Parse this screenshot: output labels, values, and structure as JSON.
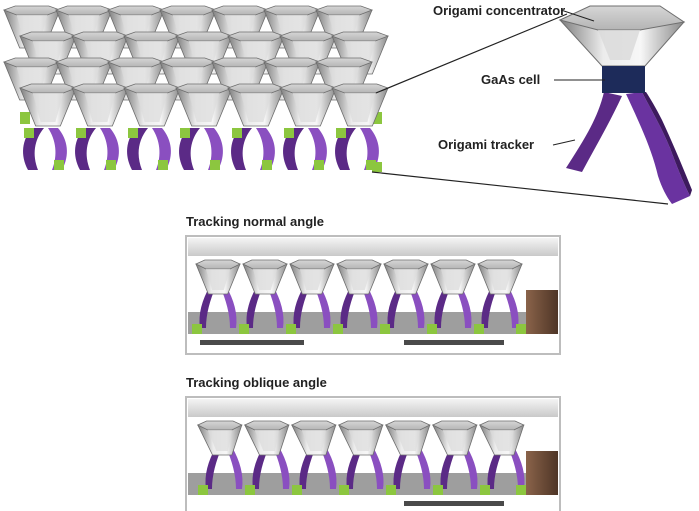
{
  "labels": {
    "concentrator": "Origami concentrator",
    "cell": "GaAs cell",
    "tracker": "Origami tracker",
    "panel_normal": "Tracking normal angle",
    "panel_oblique": "Tracking oblique angle"
  },
  "colors": {
    "cell_green": "#8cc63f",
    "tracker_purple": "#5b2a86",
    "tracker_light": "#8a4fc0",
    "concentrator_light": "#f2f2f2",
    "concentrator_dark": "#8f8f8f",
    "cell_navy": "#1d2b5a",
    "block_brown": "#6b4a34"
  },
  "array": {
    "columns": 7,
    "rows": 4
  }
}
